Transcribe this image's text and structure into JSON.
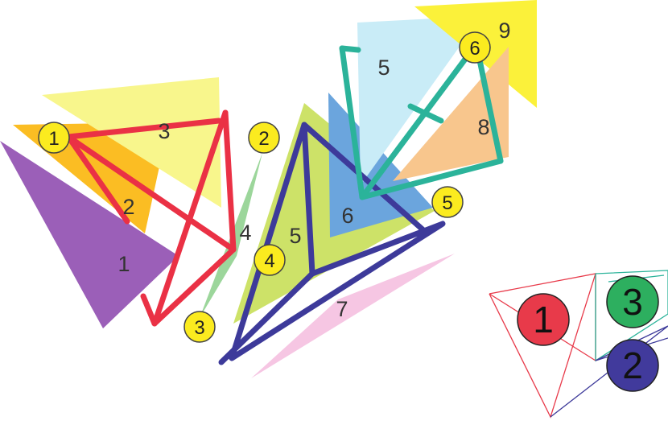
{
  "diagram": {
    "shape_labels": {
      "purple": "1",
      "orange": "2",
      "yellow_light": "3",
      "green_light": "4",
      "lime": "5",
      "cyan": "5",
      "blue": "6",
      "pink": "7",
      "peach": "8",
      "yellow": "9"
    },
    "badges": {
      "red_1": "1",
      "green_2": "2",
      "red_3": "3",
      "green_4": "4",
      "navy_5": "5",
      "teal_6": "6"
    },
    "legend": {
      "red": "1",
      "navy": "2",
      "teal": "3"
    },
    "colors": {
      "purple": "#9b5fb8",
      "orange": "#fbbd23",
      "yellow_light": "#f8f68c",
      "green_light": "#9cd69b",
      "lime": "#cde268",
      "cyan": "#c9ecf7",
      "blue": "#6ba5dd",
      "pink": "#f6c6e3",
      "peach": "#f8c68d",
      "yellow": "#fbf13a",
      "red_outline": "#ea3145",
      "navy_outline": "#3d3a9a",
      "teal_outline": "#2bb39a",
      "badge_fill": "#fbeb1f",
      "legend_red": "#e83a4a",
      "legend_navy": "#413a9c",
      "legend_green": "#2daf5f"
    }
  }
}
